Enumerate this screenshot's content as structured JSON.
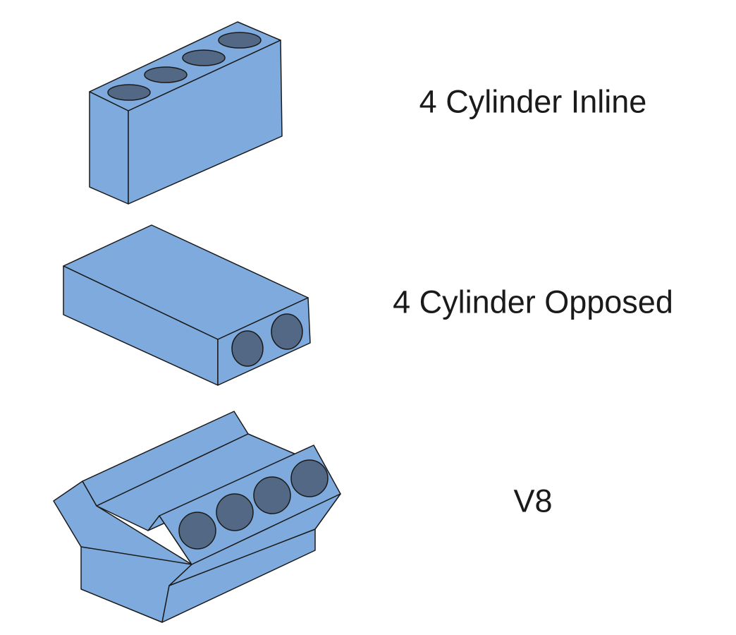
{
  "colors": {
    "block_fill": "#7eaadd",
    "cylinder_fill": "#536884",
    "outline": "#1a1a1a",
    "background": "#ffffff"
  },
  "engines": [
    {
      "id": "inline4",
      "label": "4 Cylinder Inline",
      "cylinders": 4
    },
    {
      "id": "opposed4",
      "label": "4 Cylinder Opposed",
      "cylinders": 4
    },
    {
      "id": "v8",
      "label": "V8",
      "cylinders": 8
    }
  ]
}
